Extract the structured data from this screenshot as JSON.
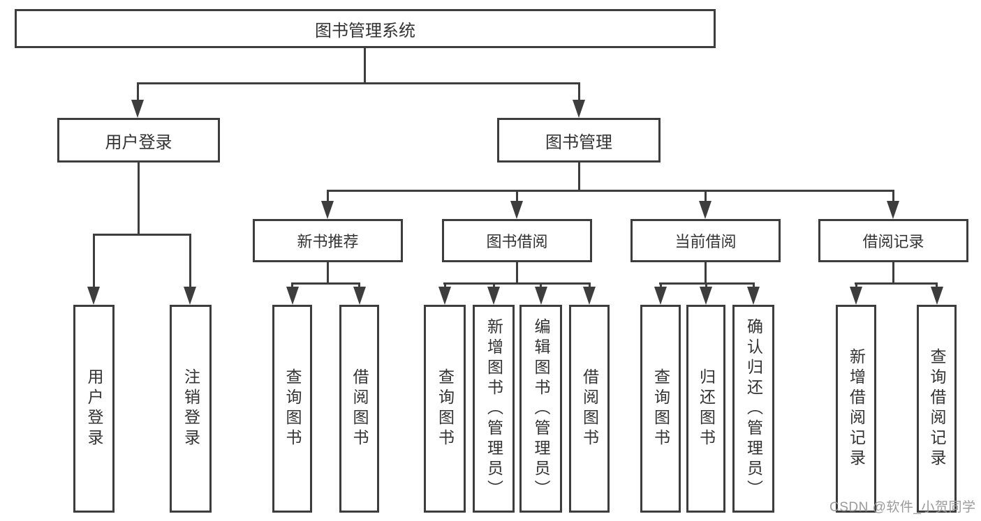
{
  "colors": {
    "line": "#3d3d3d",
    "text": "#333333",
    "bg": "#ffffff",
    "watermark": "#9a9a9a"
  },
  "watermark": {
    "text": "CSDN @软件_小贺同学"
  },
  "tree": {
    "root": {
      "label": "图书管理系统"
    },
    "branches": [
      {
        "label": "用户登录",
        "children": [
          {
            "label": "用户登录"
          },
          {
            "label": "注销登录"
          }
        ]
      },
      {
        "label": "图书管理",
        "children": [
          {
            "label": "新书推荐",
            "children": [
              {
                "label": "查询图书"
              },
              {
                "label": "借阅图书"
              }
            ]
          },
          {
            "label": "图书借阅",
            "children": [
              {
                "label": "查询图书"
              },
              {
                "label": "新增图书（管理员）"
              },
              {
                "label": "编辑图书（管理员）"
              },
              {
                "label": "借阅图书"
              }
            ]
          },
          {
            "label": "当前借阅",
            "children": [
              {
                "label": "查询图书"
              },
              {
                "label": "归还图书"
              },
              {
                "label": "确认归还（管理员）"
              }
            ]
          },
          {
            "label": "借阅记录",
            "children": [
              {
                "label": "新增借阅记录"
              },
              {
                "label": "查询借阅记录"
              }
            ]
          }
        ]
      }
    ]
  }
}
